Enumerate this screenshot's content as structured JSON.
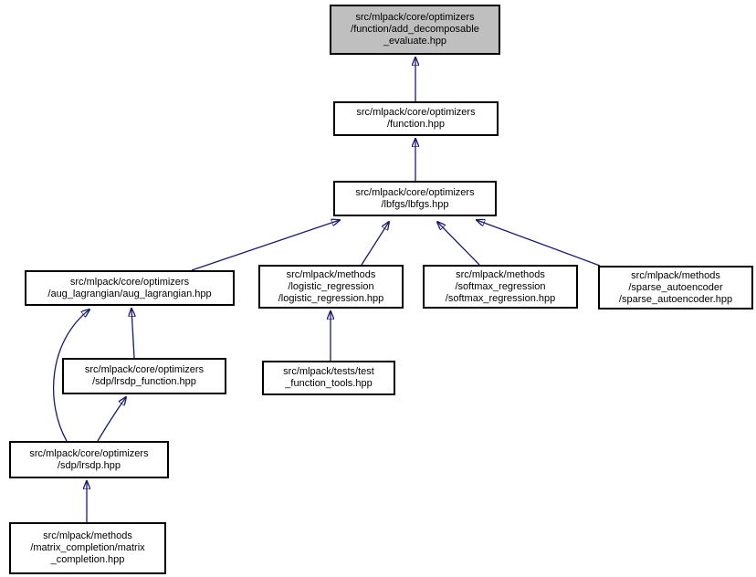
{
  "diagram": {
    "kind": "include-dependency-graph",
    "colors": {
      "edge": "#191970",
      "node_border": "#000000",
      "node_fill": "#ffffff",
      "highlight_fill": "#bfbfbf"
    },
    "nodes": [
      {
        "id": "add_decomposable_evaluate",
        "highlighted": true,
        "label_lines": [
          "src/mlpack/core/optimizers",
          "/function/add_decomposable",
          "_evaluate.hpp"
        ]
      },
      {
        "id": "function",
        "highlighted": false,
        "label_lines": [
          "src/mlpack/core/optimizers",
          "/function.hpp"
        ]
      },
      {
        "id": "lbfgs",
        "highlighted": false,
        "label_lines": [
          "src/mlpack/core/optimizers",
          "/lbfgs/lbfgs.hpp"
        ]
      },
      {
        "id": "aug_lagrangian",
        "highlighted": false,
        "label_lines": [
          "src/mlpack/core/optimizers",
          "/aug_lagrangian/aug_lagrangian.hpp"
        ]
      },
      {
        "id": "logistic_regression",
        "highlighted": false,
        "label_lines": [
          "src/mlpack/methods",
          "/logistic_regression",
          "/logistic_regression.hpp"
        ]
      },
      {
        "id": "softmax_regression",
        "highlighted": false,
        "label_lines": [
          "src/mlpack/methods",
          "/softmax_regression",
          "/softmax_regression.hpp"
        ]
      },
      {
        "id": "sparse_autoencoder",
        "highlighted": false,
        "label_lines": [
          "src/mlpack/methods",
          "/sparse_autoencoder",
          "/sparse_autoencoder.hpp"
        ]
      },
      {
        "id": "lrsdp_function",
        "highlighted": false,
        "label_lines": [
          "src/mlpack/core/optimizers",
          "/sdp/lrsdp_function.hpp"
        ]
      },
      {
        "id": "test_function_tools",
        "highlighted": false,
        "label_lines": [
          "src/mlpack/tests/test",
          "_function_tools.hpp"
        ]
      },
      {
        "id": "lrsdp",
        "highlighted": false,
        "label_lines": [
          "src/mlpack/core/optimizers",
          "/sdp/lrsdp.hpp"
        ]
      },
      {
        "id": "matrix_completion",
        "highlighted": false,
        "label_lines": [
          "src/mlpack/methods",
          "/matrix_completion/matrix",
          "_completion.hpp"
        ]
      }
    ],
    "edges": [
      {
        "from": "function",
        "to": "add_decomposable_evaluate"
      },
      {
        "from": "lbfgs",
        "to": "function"
      },
      {
        "from": "aug_lagrangian",
        "to": "lbfgs"
      },
      {
        "from": "logistic_regression",
        "to": "lbfgs"
      },
      {
        "from": "softmax_regression",
        "to": "lbfgs"
      },
      {
        "from": "sparse_autoencoder",
        "to": "lbfgs"
      },
      {
        "from": "lrsdp_function",
        "to": "aug_lagrangian"
      },
      {
        "from": "lrsdp",
        "to": "aug_lagrangian"
      },
      {
        "from": "lrsdp",
        "to": "lrsdp_function"
      },
      {
        "from": "test_function_tools",
        "to": "logistic_regression"
      },
      {
        "from": "matrix_completion",
        "to": "lrsdp"
      }
    ]
  }
}
